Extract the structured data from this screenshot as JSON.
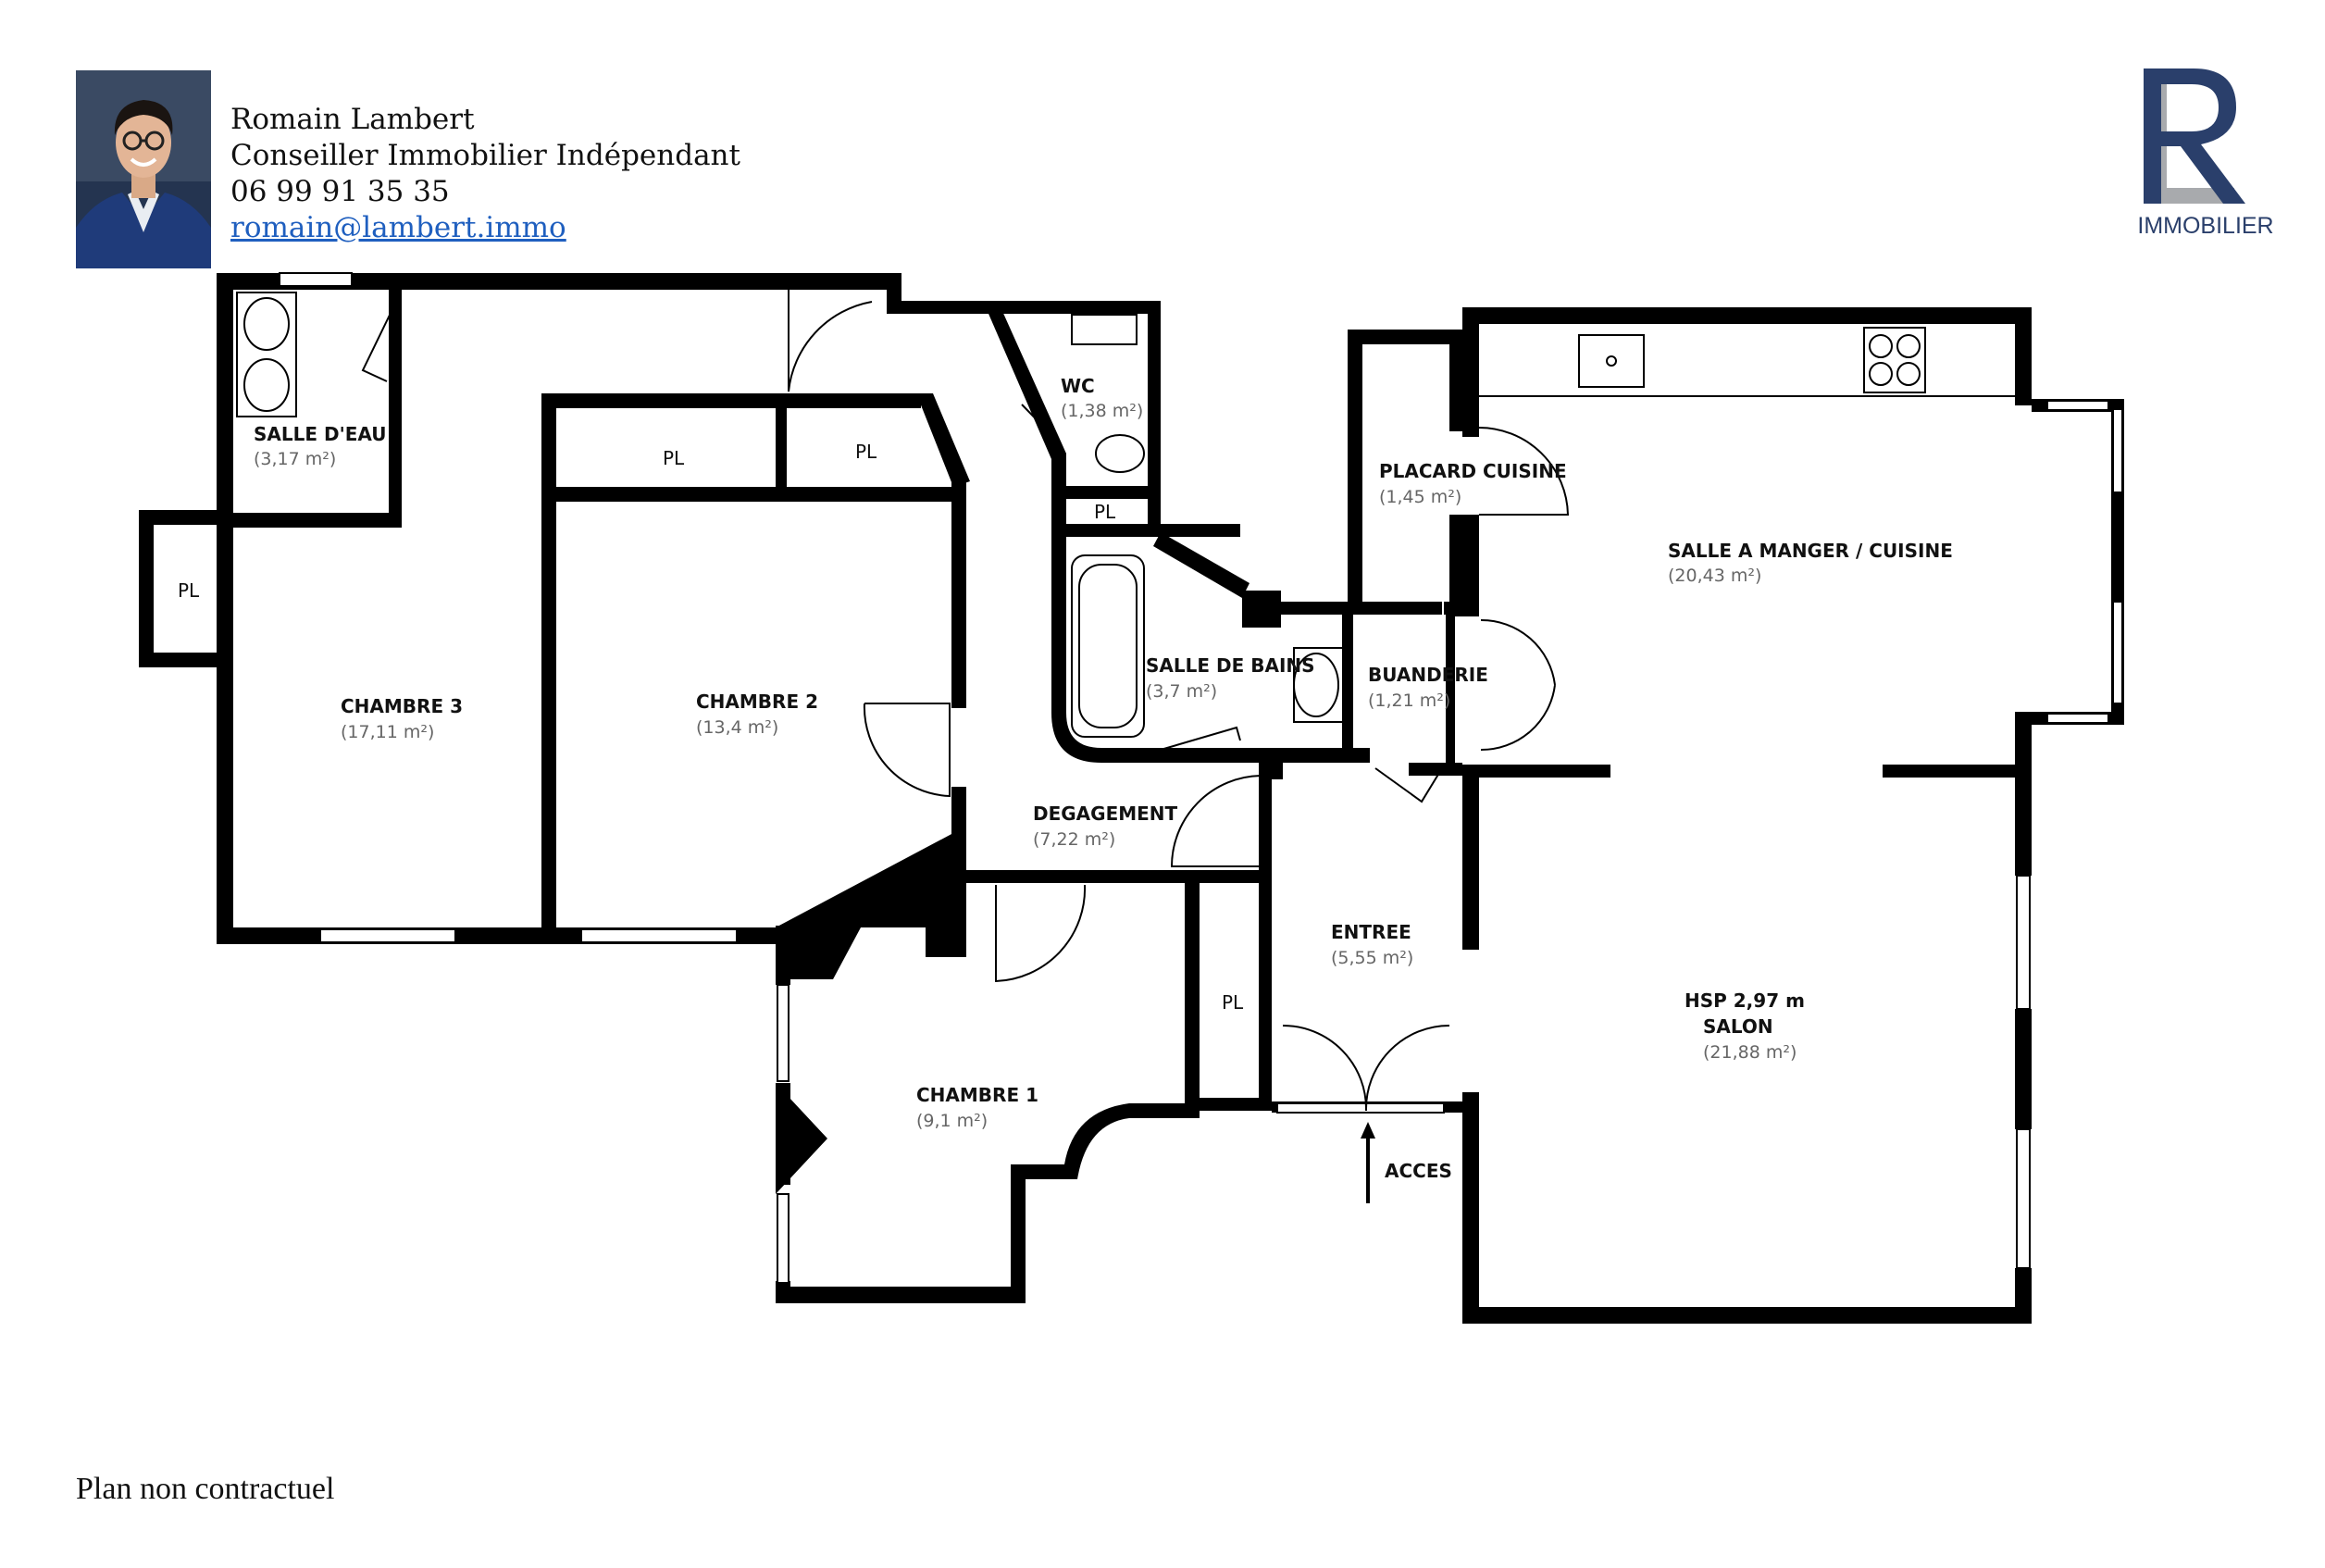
{
  "agent": {
    "name": "Romain Lambert",
    "title": "Conseiller Immobilier Indépendant",
    "phone": "06 99 91 35 35",
    "email": "romain@lambert.immo"
  },
  "logo": {
    "subtitle": "IMMOBILIER",
    "colors": {
      "navy": "#2a3f6b",
      "grey": "#a8aaad"
    }
  },
  "rooms": {
    "salle_deau": {
      "name": "SALLE D'EAU",
      "area": "(3,17 m²)"
    },
    "chambre3": {
      "name": "CHAMBRE 3",
      "area": "(17,11 m²)"
    },
    "chambre2": {
      "name": "CHAMBRE 2",
      "area": "(13,4 m²)"
    },
    "wc": {
      "name": "WC",
      "area": "(1,38 m²)"
    },
    "salle_de_bains": {
      "name": "SALLE DE BAINS",
      "area": "(3,7 m²)"
    },
    "placard_cuisine": {
      "name": "PLACARD CUISINE",
      "area": "(1,45 m²)"
    },
    "buanderie": {
      "name": "BUANDERIE",
      "area": "(1,21 m²)"
    },
    "salle_a_manger": {
      "name": "SALLE A MANGER / CUISINE",
      "area": "(20,43 m²)"
    },
    "degagement": {
      "name": "DEGAGEMENT",
      "area": "(7,22 m²)"
    },
    "entree": {
      "name": "ENTREE",
      "area": "(5,55 m²)"
    },
    "salon": {
      "hsp": "HSP 2,97 m",
      "name": "SALON",
      "area": "(21,88 m²)"
    },
    "chambre1": {
      "name": "CHAMBRE 1",
      "area": "(9,1 m²)"
    }
  },
  "closet_labels": {
    "left": "PL",
    "chambre2_a": "PL",
    "chambre2_b": "PL",
    "wc": "PL",
    "entree": "PL"
  },
  "access_label": "ACCES",
  "disclaimer": "Plan non contractuel",
  "colors": {
    "wall": "#000000",
    "link": "#1f5fbf",
    "area_text": "#666666"
  }
}
